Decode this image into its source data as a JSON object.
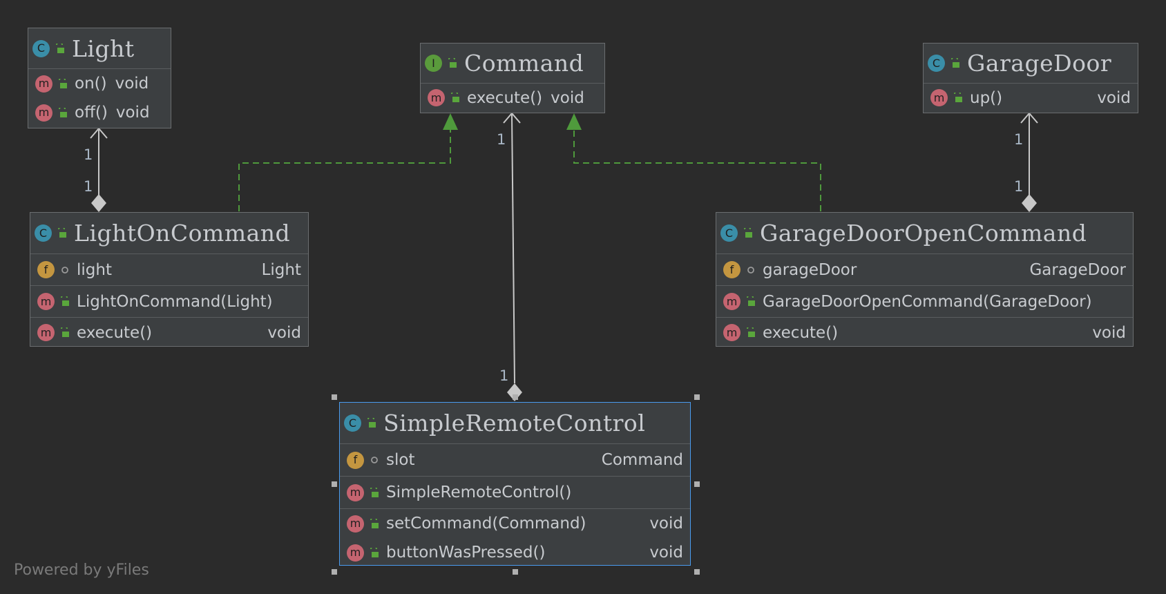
{
  "classes": {
    "light": {
      "name": "Light",
      "kind": "C",
      "members": [
        {
          "kind": "m",
          "name": "on()",
          "type": "void"
        },
        {
          "kind": "m",
          "name": "off()",
          "type": "void"
        }
      ]
    },
    "command": {
      "name": "Command",
      "kind": "I",
      "members": [
        {
          "kind": "m",
          "name": "execute()",
          "type": "void"
        }
      ]
    },
    "garage_door": {
      "name": "GarageDoor",
      "kind": "C",
      "members": [
        {
          "kind": "m",
          "name": "up()",
          "type": "void"
        }
      ]
    },
    "light_on_command": {
      "name": "LightOnCommand",
      "kind": "C",
      "field": {
        "kind": "f",
        "name": "light",
        "type": "Light"
      },
      "constructor": {
        "kind": "m",
        "name": "LightOnCommand(Light)"
      },
      "method": {
        "kind": "m",
        "name": "execute()",
        "type": "void"
      }
    },
    "garage_door_open_command": {
      "name": "GarageDoorOpenCommand",
      "kind": "C",
      "field": {
        "kind": "f",
        "name": "garageDoor",
        "type": "GarageDoor"
      },
      "constructor": {
        "kind": "m",
        "name": "GarageDoorOpenCommand(GarageDoor)"
      },
      "method": {
        "kind": "m",
        "name": "execute()",
        "type": "void"
      }
    },
    "simple_remote_control": {
      "name": "SimpleRemoteControl",
      "kind": "C",
      "field": {
        "kind": "f",
        "name": "slot",
        "type": "Command"
      },
      "constructor": {
        "kind": "m",
        "name": "SimpleRemoteControl()"
      },
      "methods": [
        {
          "kind": "m",
          "name": "setCommand(Command)",
          "type": "void"
        },
        {
          "kind": "m",
          "name": "buttonWasPressed()",
          "type": "void"
        }
      ]
    }
  },
  "multiplicities": {
    "light_top": "1",
    "light_bottom": "1",
    "command_top": "1",
    "remote_top": "1",
    "garage_top": "1",
    "garage_bottom": "1"
  },
  "watermark": "Powered by yFiles",
  "colors": {
    "background": "#2b2b2b",
    "node_fill": "#3c3f41",
    "realization_edge": "#4f9a3c",
    "association_edge": "#c8c8c8",
    "selection_border": "#4a9cf0"
  }
}
